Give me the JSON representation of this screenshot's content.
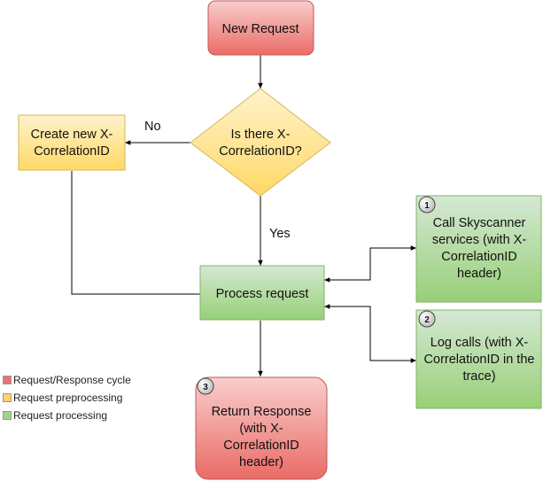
{
  "nodes": {
    "new_request": {
      "lines": [
        "New Request"
      ]
    },
    "decision": {
      "lines": [
        "Is there X-",
        "CorrelationID?"
      ]
    },
    "create_id": {
      "lines": [
        "Create new X-",
        "CorrelationID"
      ]
    },
    "process": {
      "lines": [
        "Process request"
      ]
    },
    "call_services": {
      "badge": "1",
      "lines": [
        "Call Skyscanner",
        "services (with X-",
        "CorrelationID",
        "header)"
      ]
    },
    "log_calls": {
      "badge": "2",
      "lines": [
        "Log calls (with X-",
        "CorrelationID in the",
        "trace)"
      ]
    },
    "return_response": {
      "badge": "3",
      "lines": [
        "Return Response",
        "(with X-",
        "CorrelationID",
        "header)"
      ]
    }
  },
  "edges": {
    "no_label": "No",
    "yes_label": "Yes"
  },
  "legend": [
    {
      "label": "Request/Response cycle",
      "color": "#e87474"
    },
    {
      "label": "Request preprocessing",
      "color": "#fdd36b"
    },
    {
      "label": "Request processing",
      "color": "#9ed58b"
    }
  ],
  "colors": {
    "red_top": "#f8cecc",
    "red_bottom": "#ea6b66",
    "yellow_top": "#fff2cc",
    "yellow_bottom": "#ffd966",
    "green_top": "#d5e8d4",
    "green_bottom": "#97d077",
    "line": "#000000"
  }
}
